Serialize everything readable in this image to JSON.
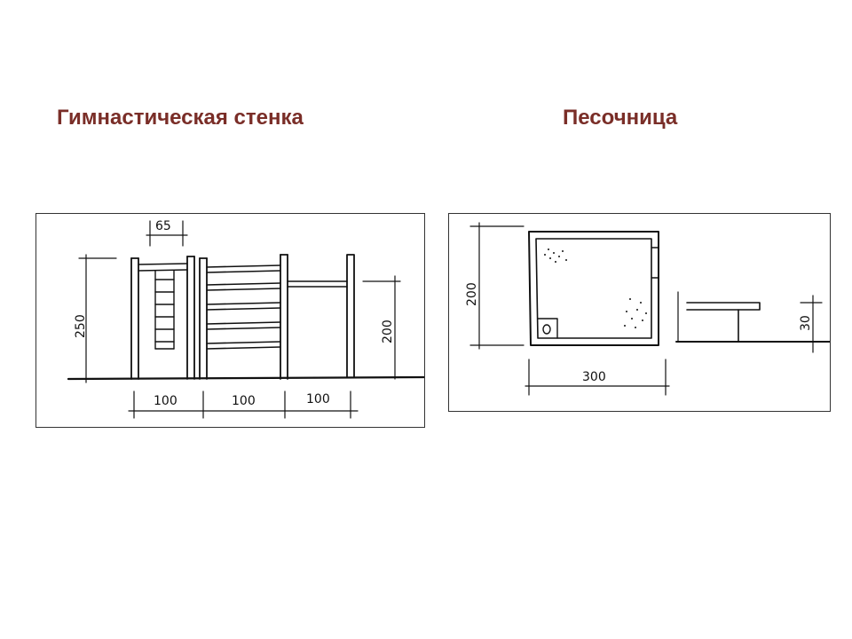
{
  "titles": {
    "left": "Гимнастическая стенка",
    "right": "Песочница"
  },
  "colors": {
    "title": "#7a2e28",
    "ink": "#111111"
  },
  "wall": {
    "dims": {
      "top_width": "65",
      "height_total": "250",
      "height_bar": "200",
      "section_1": "100",
      "section_2": "100",
      "section_3": "100"
    }
  },
  "sandbox": {
    "dims": {
      "depth": "200",
      "width": "300",
      "height_side": "30"
    }
  }
}
